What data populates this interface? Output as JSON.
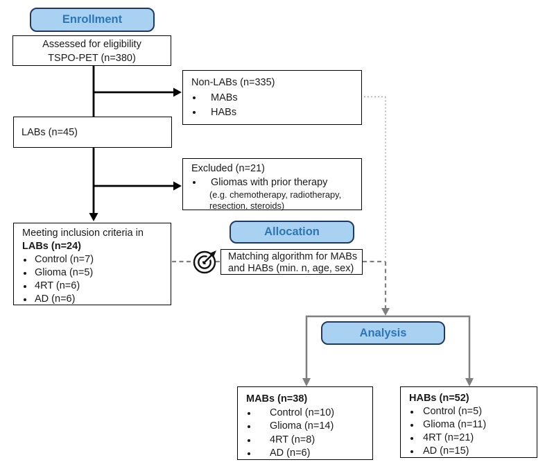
{
  "colors": {
    "pill_fill": "#A8D1F2",
    "pill_border": "#203864",
    "pill_text": "#2E75B6",
    "box_border": "#000000",
    "line_black": "#000000",
    "line_gray": "#7F7F7F",
    "line_gray_light": "#A6A6A6"
  },
  "stages": {
    "enrollment_label": "Enrollment",
    "allocation_label": "Allocation",
    "analysis_label": "Analysis"
  },
  "boxes": {
    "assessed": {
      "line1": "Assessed for eligibility",
      "line2": "TSPO-PET (n=380)"
    },
    "non_labs": {
      "title": "Non-LABs (n=335)",
      "items": [
        "MABs",
        "HABs"
      ]
    },
    "labs": {
      "title": "LABs (n=45)"
    },
    "excluded": {
      "title": "Excluded (n=21)",
      "item": "Gliomas with prior therapy",
      "detail_line1": "(e.g. chemotherapy, radiotherapy,",
      "detail_line2": "resection, steroids)"
    },
    "inclusion": {
      "line1": "Meeting inclusion criteria in",
      "line2": "LABs (n=24)",
      "items": [
        "Control (n=7)",
        "Glioma (n=5)",
        "4RT (n=6)",
        "AD (n=6)"
      ]
    },
    "matching": {
      "line1": "Matching algorithm for MABs",
      "line2": "and HABs (min. n, age, sex)"
    },
    "mabs": {
      "title": "MABs (n=38)",
      "items": [
        "Control (n=10)",
        "Glioma (n=14)",
        "4RT (n=8)",
        "AD (n=6)"
      ]
    },
    "habs": {
      "title": "HABs (n=52)",
      "items": [
        "Control (n=5)",
        "Glioma (n=11)",
        "4RT (n=21)",
        "AD (n=15)"
      ]
    }
  }
}
